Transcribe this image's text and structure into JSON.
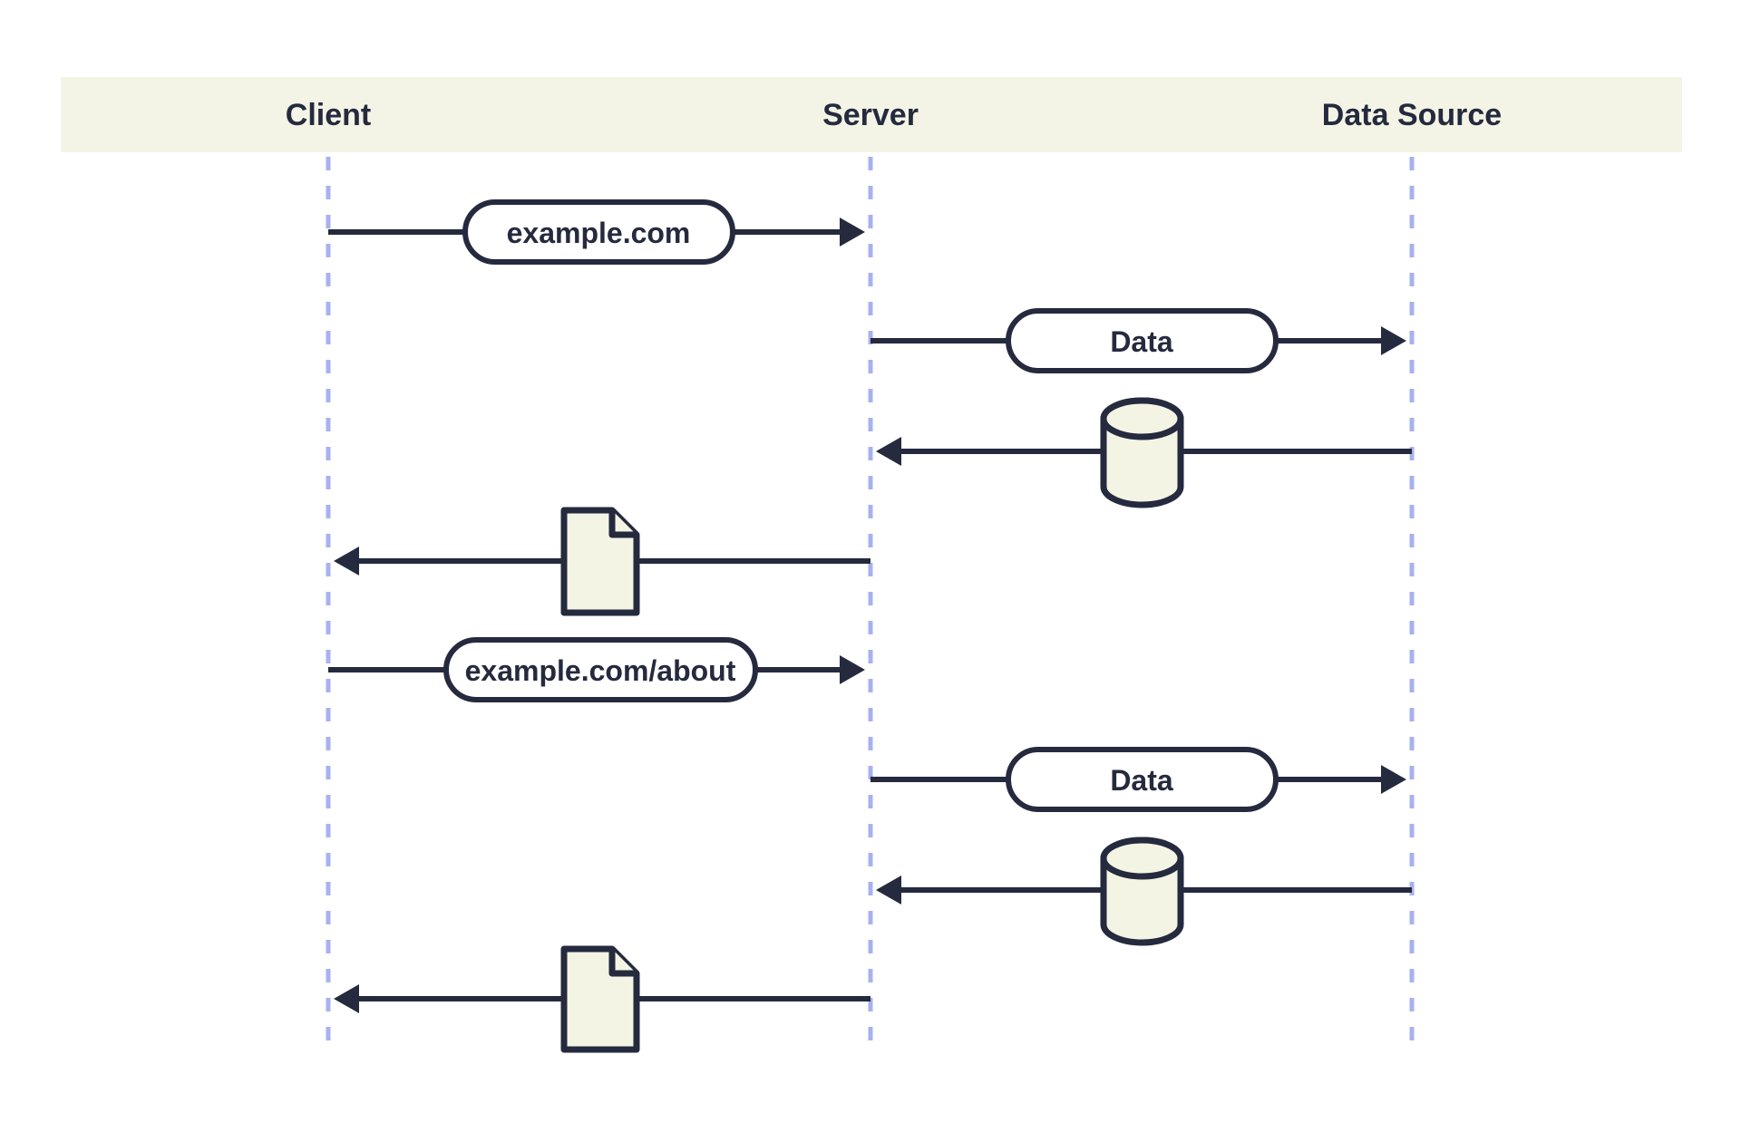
{
  "colors": {
    "background": "#ffffff",
    "band": "#f4f4e6",
    "shape_fill": "#f4f4e5",
    "stroke": "#252a3e",
    "lifeline": "#a8b1f0",
    "pill_fill": "#ffffff"
  },
  "header": {
    "columns": [
      {
        "id": "client",
        "label": "Client"
      },
      {
        "id": "server",
        "label": "Server"
      },
      {
        "id": "data_source",
        "label": "Data Source"
      }
    ]
  },
  "messages": [
    {
      "from": "client",
      "to": "server",
      "label": "example.com",
      "marker": "pill"
    },
    {
      "from": "server",
      "to": "data_source",
      "label": "Data",
      "marker": "pill"
    },
    {
      "from": "data_source",
      "to": "server",
      "label": "",
      "marker": "database-icon"
    },
    {
      "from": "server",
      "to": "client",
      "label": "",
      "marker": "document-icon"
    },
    {
      "from": "client",
      "to": "server",
      "label": "example.com/about",
      "marker": "pill"
    },
    {
      "from": "server",
      "to": "data_source",
      "label": "Data",
      "marker": "pill"
    },
    {
      "from": "data_source",
      "to": "server",
      "label": "",
      "marker": "database-icon"
    },
    {
      "from": "server",
      "to": "client",
      "label": "",
      "marker": "document-icon"
    }
  ]
}
